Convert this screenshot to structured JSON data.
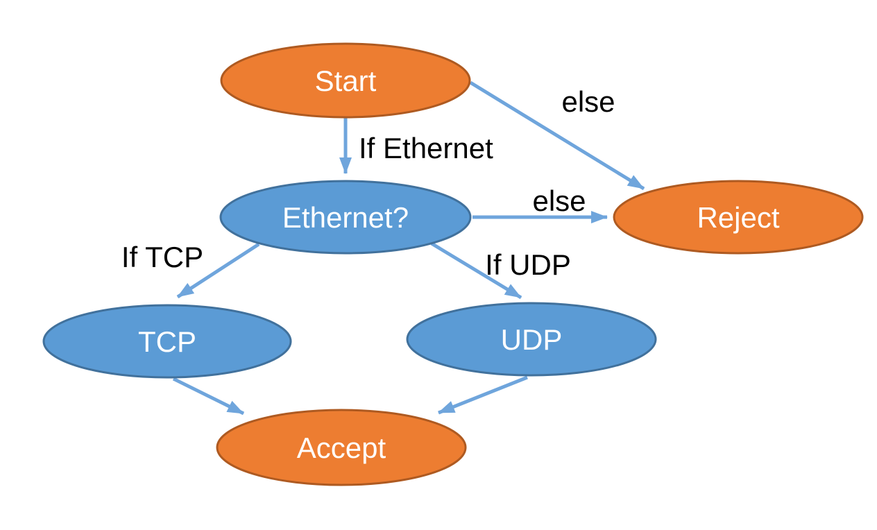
{
  "diagram": {
    "colors": {
      "background": "#FFFFFF",
      "orange_fill": "#ED7D31",
      "orange_stroke": "#AE5A21",
      "blue_fill": "#5B9BD5",
      "blue_stroke": "#41719C",
      "arrow": "#6FA5DC",
      "node_text": "#FFFFFF",
      "edge_label_text": "#000000"
    },
    "nodes": [
      {
        "id": "start",
        "label": "Start",
        "color": "orange"
      },
      {
        "id": "ethernet",
        "label": "Ethernet?",
        "color": "blue"
      },
      {
        "id": "reject",
        "label": "Reject",
        "color": "orange"
      },
      {
        "id": "tcp",
        "label": "TCP",
        "color": "blue"
      },
      {
        "id": "udp",
        "label": "UDP",
        "color": "blue"
      },
      {
        "id": "accept",
        "label": "Accept",
        "color": "orange"
      }
    ],
    "edges": [
      {
        "from": "start",
        "to": "ethernet",
        "label": "If Ethernet"
      },
      {
        "from": "start",
        "to": "reject",
        "label": "else"
      },
      {
        "from": "ethernet",
        "to": "reject",
        "label": "else"
      },
      {
        "from": "ethernet",
        "to": "tcp",
        "label": "If TCP"
      },
      {
        "from": "ethernet",
        "to": "udp",
        "label": "If UDP"
      },
      {
        "from": "tcp",
        "to": "accept",
        "label": ""
      },
      {
        "from": "udp",
        "to": "accept",
        "label": ""
      }
    ]
  }
}
